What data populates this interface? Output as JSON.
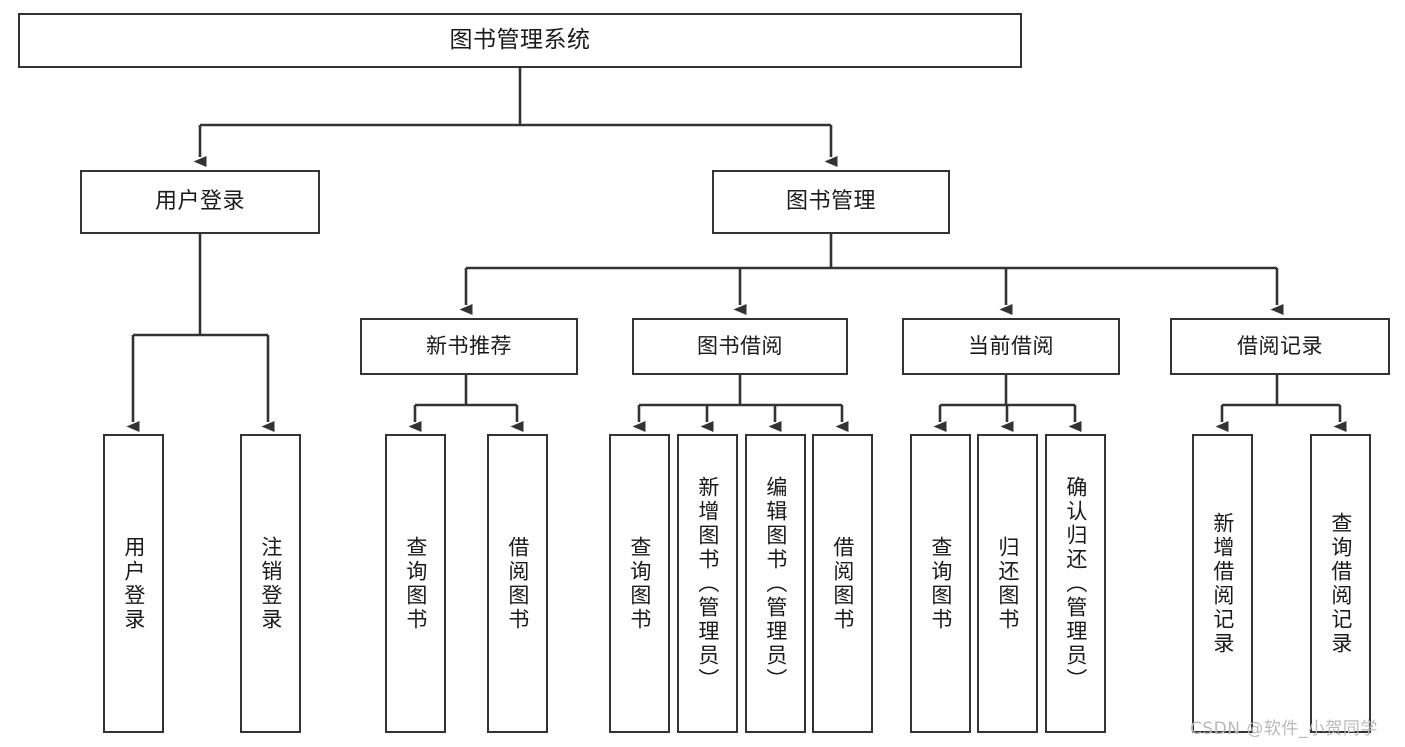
{
  "diagram": {
    "title": "图书管理系统",
    "watermark": "CSDN @软件_小贺同学",
    "line_color": "#333333",
    "box_fill": "#ffffff",
    "text_color": "#1a1a1a",
    "levels": {
      "root": {
        "label": "图书管理系统"
      },
      "level2": [
        {
          "label": "用户登录"
        },
        {
          "label": "图书管理"
        }
      ],
      "level3": [
        {
          "label": "新书推荐"
        },
        {
          "label": "图书借阅"
        },
        {
          "label": "当前借阅"
        },
        {
          "label": "借阅记录"
        }
      ],
      "leaves": {
        "user_login": [
          {
            "label": "用户登录"
          },
          {
            "label": "注销登录"
          }
        ],
        "new_book_recommend": [
          {
            "label": "查询图书"
          },
          {
            "label": "借阅图书"
          }
        ],
        "book_borrow": [
          {
            "label": "查询图书"
          },
          {
            "label": "新增图书（管理员）"
          },
          {
            "label": "编辑图书（管理员）"
          },
          {
            "label": "借阅图书"
          }
        ],
        "current_borrow": [
          {
            "label": "查询图书"
          },
          {
            "label": "归还图书"
          },
          {
            "label": "确认归还（管理员）"
          }
        ],
        "borrow_record": [
          {
            "label": "新增借阅记录"
          },
          {
            "label": "查询借阅记录"
          }
        ]
      }
    }
  }
}
